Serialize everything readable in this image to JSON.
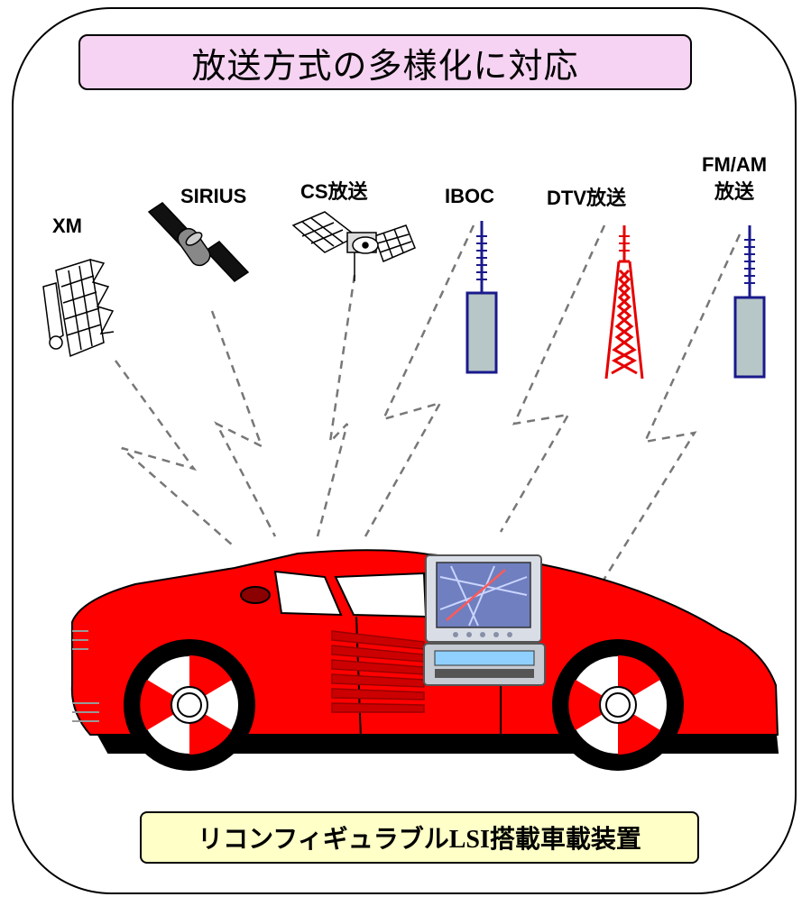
{
  "title": "放送方式の多様化に対応",
  "sources": [
    {
      "id": "xm",
      "label": "XM"
    },
    {
      "id": "sirius",
      "label": "SIRIUS"
    },
    {
      "id": "cs",
      "label": "CS放送"
    },
    {
      "id": "iboc",
      "label": "IBOC"
    },
    {
      "id": "dtv",
      "label": "DTV放送"
    },
    {
      "id": "fmam",
      "label_line1": "FM/AM",
      "label_line2": "放送"
    }
  ],
  "caption": "リコンフィギュラブルLSI搭載車載装置",
  "colors": {
    "title_bg": "#f6d3f2",
    "caption_bg": "#ffffc8",
    "car": "#ff0000",
    "tower_red": "#e60000",
    "antenna_blue": "#1a1a8c",
    "signal": "#777777"
  },
  "icons": [
    "satellite-xm-icon",
    "satellite-sirius-icon",
    "satellite-cs-icon",
    "antenna-iboc-icon",
    "tower-dtv-icon",
    "antenna-fmam-icon",
    "car-icon",
    "navigation-unit-icon"
  ]
}
